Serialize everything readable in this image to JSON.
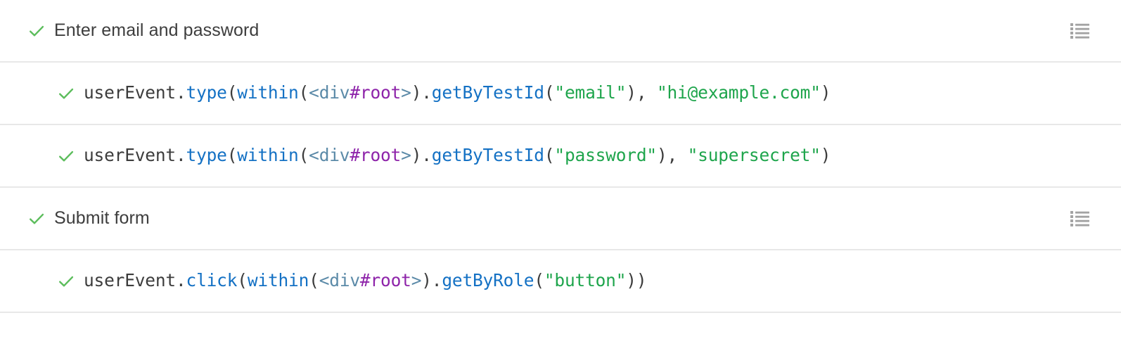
{
  "theme": {
    "background": "#ffffff",
    "divider": "#e8e8e8",
    "check_color": "#5cbd5c",
    "suite_text": "#3d3d3d",
    "code_default": "#3c3c3c",
    "code_function": "#1471c4",
    "code_tag": "#5b8aa8",
    "code_id": "#8e24aa",
    "code_string": "#1ea54c",
    "icon_color": "#a3a3a3"
  },
  "icons": {
    "check": "check-icon",
    "list": "list-view-icon"
  },
  "rows": [
    {
      "kind": "suite",
      "status": "passed",
      "title": "Enter email and password",
      "has_list_icon": true
    },
    {
      "kind": "test",
      "status": "passed",
      "tokens": [
        {
          "text": "userEvent",
          "type": "obj"
        },
        {
          "text": ".",
          "type": "punc"
        },
        {
          "text": "type",
          "type": "fn"
        },
        {
          "text": "(",
          "type": "punc"
        },
        {
          "text": "within",
          "type": "fn"
        },
        {
          "text": "(",
          "type": "punc"
        },
        {
          "text": "<div",
          "type": "tag"
        },
        {
          "text": "#root",
          "type": "id"
        },
        {
          "text": ">",
          "type": "tag"
        },
        {
          "text": ").",
          "type": "punc"
        },
        {
          "text": "getByTestId",
          "type": "fn"
        },
        {
          "text": "(",
          "type": "punc"
        },
        {
          "text": "\"email\"",
          "type": "str"
        },
        {
          "text": "), ",
          "type": "punc"
        },
        {
          "text": "\"hi@example.com\"",
          "type": "str"
        },
        {
          "text": ")",
          "type": "punc"
        }
      ]
    },
    {
      "kind": "test",
      "status": "passed",
      "tokens": [
        {
          "text": "userEvent",
          "type": "obj"
        },
        {
          "text": ".",
          "type": "punc"
        },
        {
          "text": "type",
          "type": "fn"
        },
        {
          "text": "(",
          "type": "punc"
        },
        {
          "text": "within",
          "type": "fn"
        },
        {
          "text": "(",
          "type": "punc"
        },
        {
          "text": "<div",
          "type": "tag"
        },
        {
          "text": "#root",
          "type": "id"
        },
        {
          "text": ">",
          "type": "tag"
        },
        {
          "text": ").",
          "type": "punc"
        },
        {
          "text": "getByTestId",
          "type": "fn"
        },
        {
          "text": "(",
          "type": "punc"
        },
        {
          "text": "\"password\"",
          "type": "str"
        },
        {
          "text": "), ",
          "type": "punc"
        },
        {
          "text": "\"supersecret\"",
          "type": "str"
        },
        {
          "text": ")",
          "type": "punc"
        }
      ]
    },
    {
      "kind": "suite",
      "status": "passed",
      "title": "Submit form",
      "has_list_icon": true
    },
    {
      "kind": "test",
      "status": "passed",
      "tokens": [
        {
          "text": "userEvent",
          "type": "obj"
        },
        {
          "text": ".",
          "type": "punc"
        },
        {
          "text": "click",
          "type": "fn"
        },
        {
          "text": "(",
          "type": "punc"
        },
        {
          "text": "within",
          "type": "fn"
        },
        {
          "text": "(",
          "type": "punc"
        },
        {
          "text": "<div",
          "type": "tag"
        },
        {
          "text": "#root",
          "type": "id"
        },
        {
          "text": ">",
          "type": "tag"
        },
        {
          "text": ").",
          "type": "punc"
        },
        {
          "text": "getByRole",
          "type": "fn"
        },
        {
          "text": "(",
          "type": "punc"
        },
        {
          "text": "\"button\"",
          "type": "str"
        },
        {
          "text": "))",
          "type": "punc"
        }
      ]
    }
  ]
}
